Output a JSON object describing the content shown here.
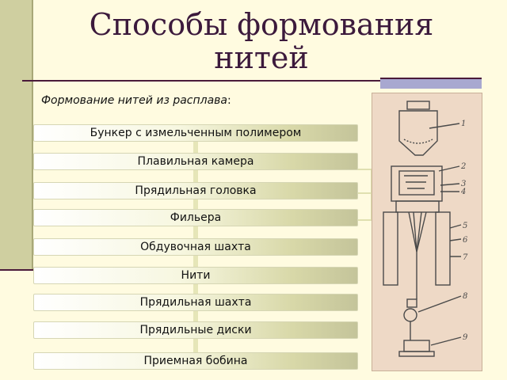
{
  "title": "Способы формования нитей",
  "subtitle": {
    "italic": "Формование нитей из расплава",
    "tail": ":"
  },
  "steps": [
    "Бункер с измельченным полимером",
    "Плавильная камера",
    "Прядильная головка",
    "Фильера",
    "Обдувочная шахта",
    "Нити",
    "Прядильная шахта",
    "Прядильные диски",
    "Приемная бобина"
  ],
  "diagram": {
    "labels": [
      "1",
      "2",
      "3",
      "4",
      "5",
      "6",
      "7",
      "8",
      "9"
    ]
  }
}
